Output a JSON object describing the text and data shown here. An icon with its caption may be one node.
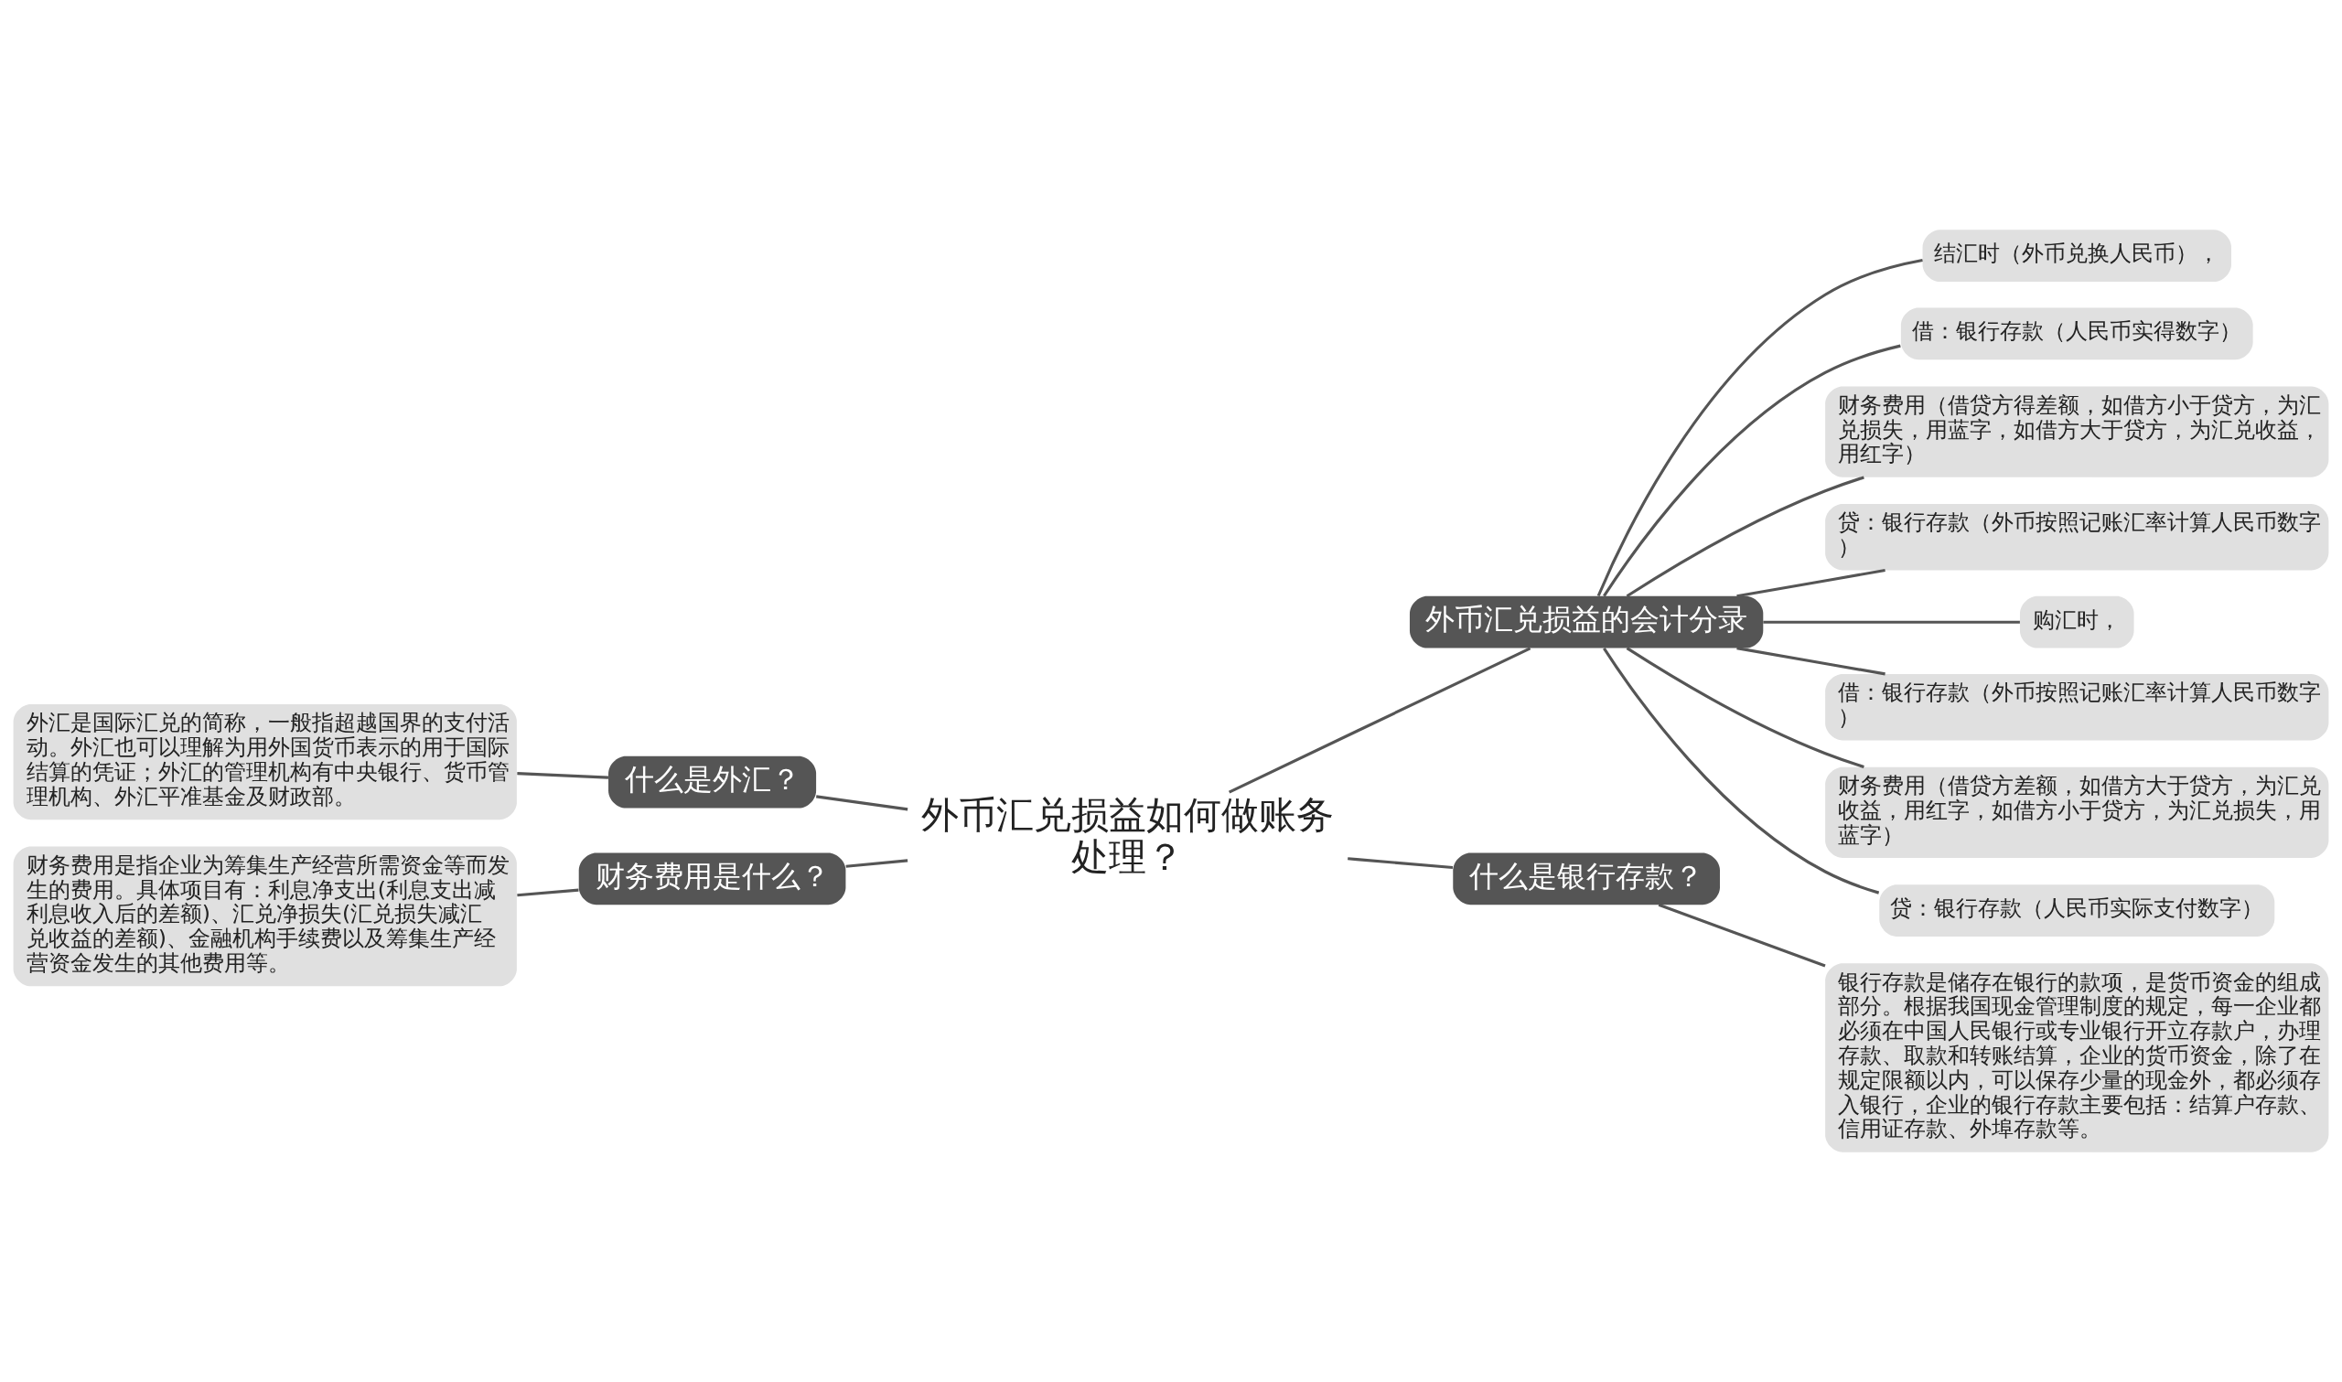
{
  "diagram": {
    "nodes": [
      {
        "text": [
          "外币汇兑损益如何做账务处理？"
        ]
      },
      {
        "text": [
          "什么是外汇？"
        ]
      },
      {
        "text": [
          "外汇是国际汇兑的简称，一般指超越国界的支付活动。外汇也可以理解为用外国货币表示的用于国际结算的凭证；外汇的管理机构有中央银行、货币管理机构、外汇平准基金及财政部。"
        ]
      },
      {
        "text": [
          "财务费用是什么？"
        ]
      },
      {
        "text": [
          "财务费用是指企业为筹集生产经营所需资金等而发生的费用。具体项目有：利息净支出(利息支出减利息收入后的差额)、汇兑净损失(汇兑损失减汇兑收益的差额)、金融机构手续费以及筹集生产经营资金发生的其他费用等。"
        ]
      },
      {
        "text": [
          "外币汇兑损益的会计分录"
        ]
      },
      {
        "text": [
          "结汇时（外币兑换人民币），"
        ]
      },
      {
        "text": [
          "借：银行存款（人民币实得数字）"
        ]
      },
      {
        "text": [
          "财务费用（借贷方得差额，如借方小于贷方，为汇兑损失，用蓝字，如借方大于贷方，为汇兑收益，用红字）"
        ]
      },
      {
        "text": [
          "贷：银行存款（外币按照记账汇率计算人民币数字）"
        ]
      },
      {
        "text": [
          "购汇时，"
        ]
      },
      {
        "text": [
          "借：银行存款（外币按照记账汇率计算人民币数字）"
        ]
      },
      {
        "text": [
          "财务费用（借贷方差额，如借方大于贷方，为汇兑收益，用红字，如借方小于贷方，为汇兑损失，用蓝字）"
        ]
      },
      {
        "text": [
          "贷：银行存款（人民币实际支付数字）"
        ]
      },
      {
        "text": [
          "什么是银行存款？"
        ]
      },
      {
        "text": [
          "银行存款是储存在银行的款项，是货币资金的组成部分。根据我国现金管理制度的规定，每一企业都必须在中国人民银行或专业银行开立存款户，办理存款、取款和转账结算，企业的货币资金，除了在规定限额以内，可以保存少量的现金外，都必须存入银行，企业的银行存款主要包括：结算户存款、信用证存款、外埠存款等。"
        ]
      }
    ],
    "edges": [
      {
        "from": 0,
        "to": 1,
        "arrow": "none"
      },
      {
        "from": 1,
        "to": 2,
        "arrow": "none"
      },
      {
        "from": 0,
        "to": 3,
        "arrow": "none"
      },
      {
        "from": 3,
        "to": 4,
        "arrow": "none"
      },
      {
        "from": 0,
        "to": 5,
        "arrow": "none"
      },
      {
        "from": 5,
        "to": 6,
        "arrow": "none"
      },
      {
        "from": 5,
        "to": 7,
        "arrow": "none"
      },
      {
        "from": 5,
        "to": 8,
        "arrow": "none"
      },
      {
        "from": 5,
        "to": 9,
        "arrow": "none"
      },
      {
        "from": 5,
        "to": 10,
        "arrow": "none"
      },
      {
        "from": 5,
        "to": 11,
        "arrow": "none"
      },
      {
        "from": 5,
        "to": 12,
        "arrow": "none"
      },
      {
        "from": 5,
        "to": 13,
        "arrow": "none"
      },
      {
        "from": 0,
        "to": 14,
        "arrow": "none"
      },
      {
        "from": 14,
        "to": 15,
        "arrow": "none"
      }
    ]
  }
}
